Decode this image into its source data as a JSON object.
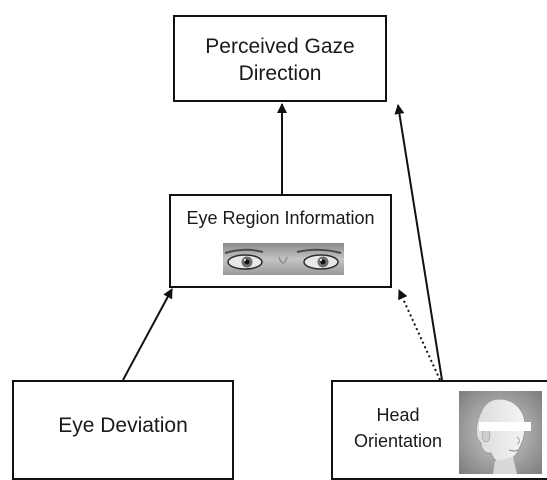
{
  "nodes": {
    "perceived_gaze": {
      "line1": "Perceived Gaze",
      "line2": "Direction"
    },
    "eye_region": {
      "label": "Eye Region Information",
      "image": "eyes-image"
    },
    "eye_deviation": {
      "label": "Eye Deviation"
    },
    "head_orientation": {
      "line1": "Head",
      "line2": "Orientation",
      "image": "head-image"
    }
  },
  "edges": [
    {
      "from": "eye_region",
      "to": "perceived_gaze",
      "style": "solid"
    },
    {
      "from": "head_orientation",
      "to": "perceived_gaze",
      "style": "solid"
    },
    {
      "from": "eye_deviation",
      "to": "eye_region",
      "style": "solid"
    },
    {
      "from": "head_orientation",
      "to": "eye_region",
      "style": "dotted"
    }
  ]
}
